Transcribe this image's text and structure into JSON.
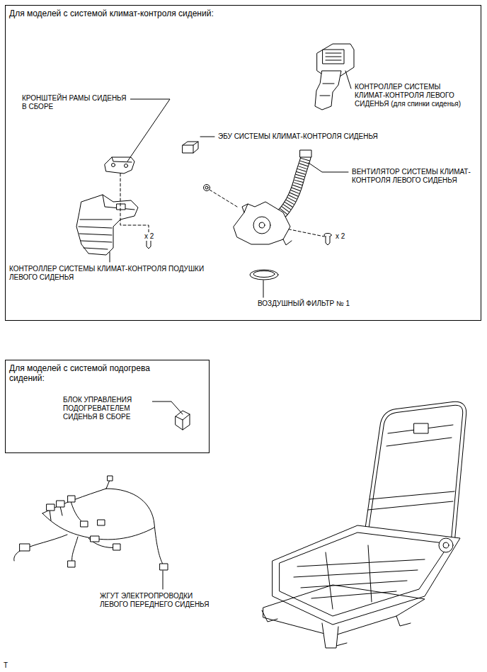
{
  "diagram": {
    "nodes": [
      {
        "text": [
          "Для моделей с системой климат-контроля сидений:"
        ]
      },
      {
        "text": [
          "Для моделей с системой подогрева сидений:"
        ]
      }
    ],
    "labels": [
      "КОНТРОЛЛЕР СИСТЕМЫ КЛИМАТ-КОНТРОЛЯ ЛЕВОГО СИДЕНЬЯ (для спинки сиденья)",
      "КРОНШТЕЙН РАМЫ СИДЕНЬЯ В СБОРЕ",
      "ЭБУ СИСТЕМЫ КЛИМАТ-КОНТРОЛЯ СИДЕНЬЯ",
      "ВЕНТИЛЯТОР СИСТЕМЫ КЛИМАТ-КОНТРОЛЯ ЛЕВОГО СИДЕНЬЯ",
      "x 2",
      "x 2",
      "КОНТРОЛЛЕР СИСТЕМЫ КЛИМАТ-КОНТРОЛЯ ПОДУШКИ ЛЕВОГО СИДЕНЬЯ",
      "ВОЗДУШНЫЙ ФИЛЬТР № 1",
      "БЛОК УПРАВЛЕНИЯ ПОДОГРЕВАТЕЛЕМ СИДЕНЬЯ В СБОРЕ",
      "ЖГУТ ЭЛЕКТРОПРОВОДКИ ЛЕВОГО ПЕРЕДНЕГО СИДЕНЬЯ",
      "T"
    ]
  }
}
